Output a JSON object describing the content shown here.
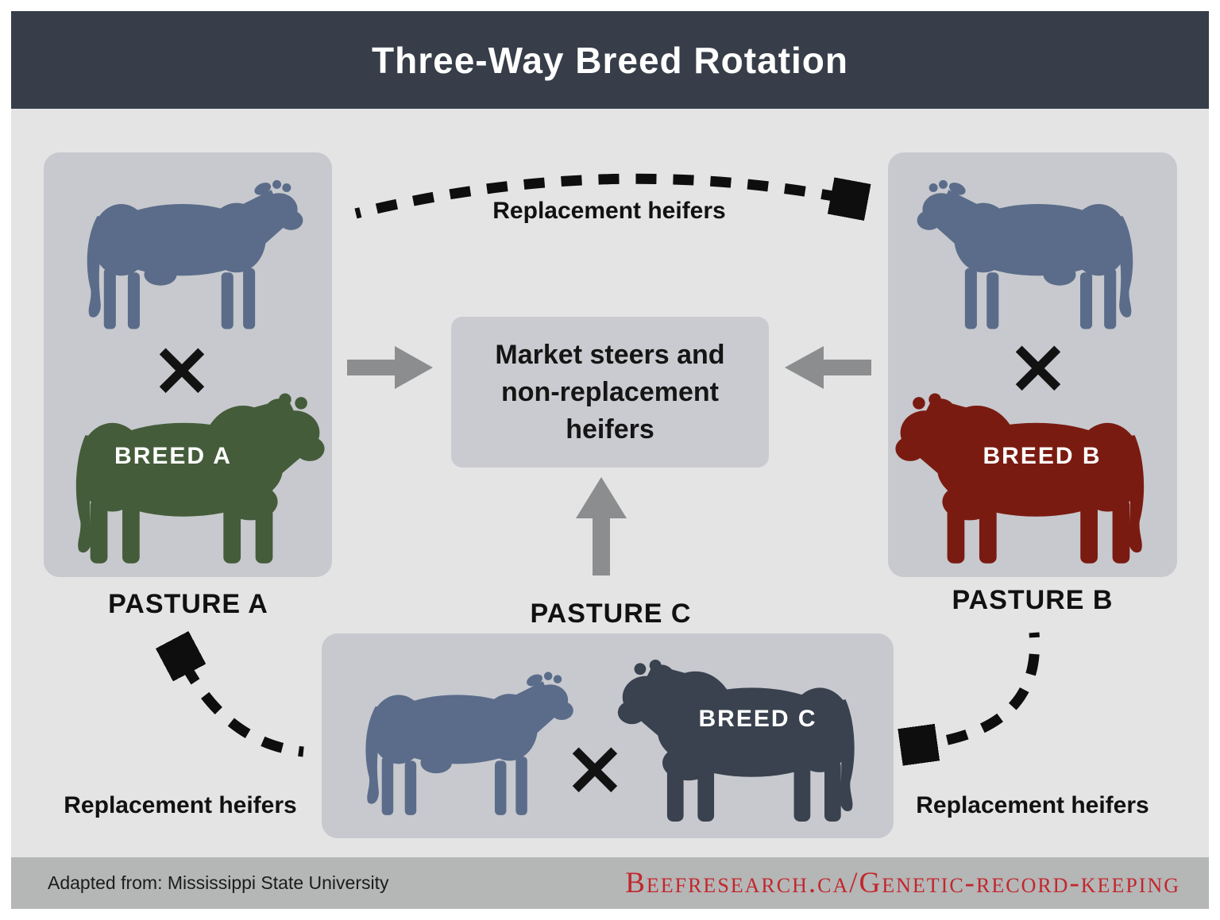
{
  "title": "Three-Way Breed Rotation",
  "cross_symbol": "×",
  "pastures": {
    "a": {
      "name": "PASTURE A",
      "breed": "BREED A"
    },
    "b": {
      "name": "PASTURE B",
      "breed": "BREED B"
    },
    "c": {
      "name": "PASTURE C",
      "breed": "BREED C"
    }
  },
  "center_box": {
    "lines": [
      "Market steers and",
      "non-replacement",
      "heifers"
    ]
  },
  "flows": {
    "a_to_b": {
      "label": "Replacement heifers"
    },
    "b_to_c": {
      "label": "Replacement heifers"
    },
    "c_to_a": {
      "label": "Replacement heifers"
    }
  },
  "footer": {
    "source": "Adapted from: Mississippi State University",
    "url": "Beefresearch.ca/Genetic-record-keeping"
  },
  "icons": {
    "cow": "cow-silhouette",
    "bull": "bull-silhouette",
    "cross": "breeding-cross",
    "solid_arrow": "solid-gray-arrow",
    "dashed_arrow": "dashed-curved-arrow"
  },
  "colors": {
    "header_bg": "#373e49",
    "main_bg": "#e4e4e4",
    "pasture_box_bg": "#c7c9ce",
    "center_box_bg": "#cacbd0",
    "footer_bg": "#b5b6b6",
    "cow_blue": "#5a6c89",
    "breed_a_green": "#445c3a",
    "breed_b_red": "#7a1b11",
    "breed_c_navy": "#3a424f",
    "solid_arrow_gray": "#8c8d8e",
    "url_red": "#c2272d"
  }
}
